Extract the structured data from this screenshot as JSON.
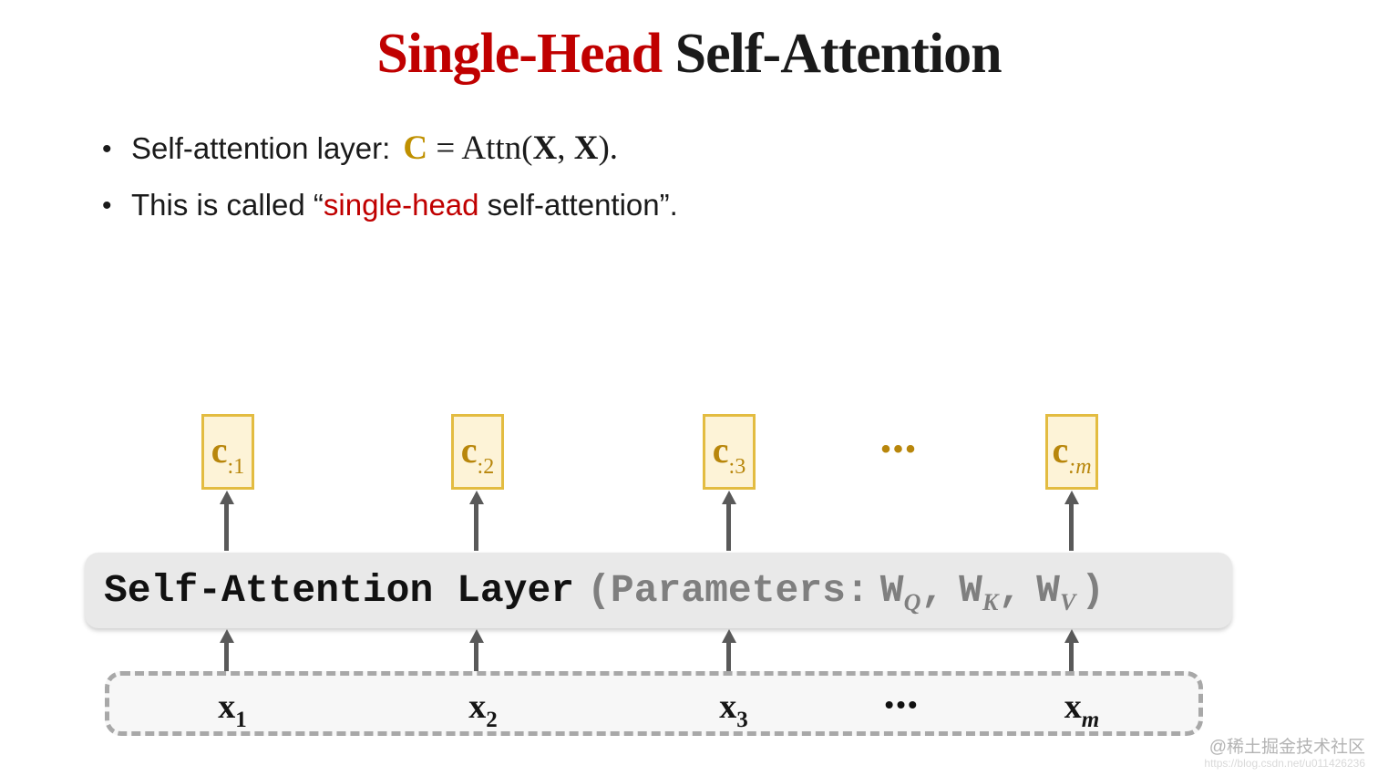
{
  "title": {
    "highlight": "Single-Head",
    "rest": " Self-Attention"
  },
  "bullets": {
    "item1": {
      "bullet": "•",
      "text": "Self-attention layer:",
      "c_var": "C",
      "rel": "= Attn(",
      "x1": "X",
      "comma": ", ",
      "x2": "X",
      "close": ")."
    },
    "item2": {
      "bullet": "•",
      "before": "This is called “",
      "highlight": "single-head",
      "after": " self-attention”."
    }
  },
  "diagram": {
    "outputs": [
      {
        "base": "c",
        "sub": ":1"
      },
      {
        "base": "c",
        "sub": ":2"
      },
      {
        "base": "c",
        "sub": ":3"
      },
      {
        "base": "c",
        "sub": ":m"
      }
    ],
    "outputs_ellipsis": "•••",
    "layer_bar": {
      "label": "Self-Attention Layer",
      "params_prefix": "(Parameters:",
      "weights": [
        {
          "base": "W",
          "sub": "Q"
        },
        {
          "base": "W",
          "sub": "K"
        },
        {
          "base": "W",
          "sub": "V"
        }
      ],
      "sep": ",",
      "params_suffix": ")"
    },
    "inputs": [
      {
        "base": "x",
        "sub": "1"
      },
      {
        "base": "x",
        "sub": "2"
      },
      {
        "base": "x",
        "sub": "3"
      },
      {
        "base": "x",
        "sub": "m"
      }
    ],
    "inputs_ellipsis": "•••"
  },
  "watermark": {
    "line1": "@稀土掘金技术社区",
    "line2": "https://blog.csdn.net/u011426236"
  },
  "colors": {
    "title_accent": "#c00000",
    "highlight_red": "#c00000",
    "math_gold": "#bf9000",
    "box_fill": "#fdf3d7",
    "box_border": "#e3bc41",
    "box_text": "#b8860b",
    "bar_fill": "#e9e9e9",
    "bar_text": "#111111",
    "bar_params_text": "#7f7f7f",
    "arrow": "#595959",
    "dashed_border": "#a8a8a8",
    "input_box_fill": "#f7f7f7"
  }
}
